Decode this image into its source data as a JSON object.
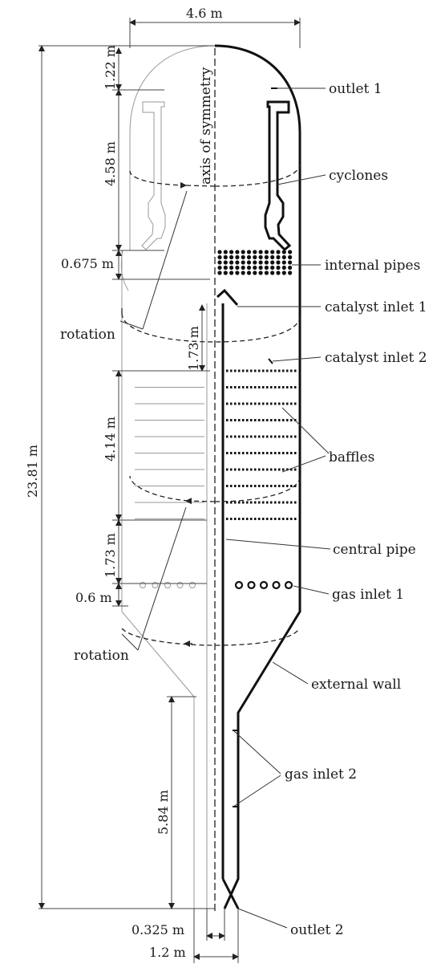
{
  "labels": {
    "outlet1": "outlet 1",
    "cyclones": "cyclones",
    "internal_pipes": "internal pipes",
    "catalyst_inlet1": "catalyst inlet 1",
    "catalyst_inlet2": "catalyst inlet 2",
    "baffles": "baffles",
    "central_pipe": "central pipe",
    "gas_inlet1": "gas inlet 1",
    "external_wall": "external wall",
    "gas_inlet2": "gas inlet 2",
    "outlet2": "outlet 2",
    "rotation_top": "rotation",
    "rotation_bottom": "rotation",
    "axis": "axis of symmetry"
  },
  "dimensions": {
    "width_total": "4.6 m",
    "height_total": "23.81 m",
    "d_1_22": "1.22 m",
    "d_4_58": "4.58 m",
    "d_0_675": "0.675 m",
    "d_1_73_upper": "1.73 m",
    "d_4_14": "4.14 m",
    "d_1_73_lower": "1.73 m",
    "d_0_6": "0.6 m",
    "d_5_84": "5.84 m",
    "d_0_325": "0.325 m",
    "d_1_2": "1.2 m"
  },
  "colors": {
    "line": "#111111",
    "thin": "#444444",
    "grey": "#999999"
  }
}
